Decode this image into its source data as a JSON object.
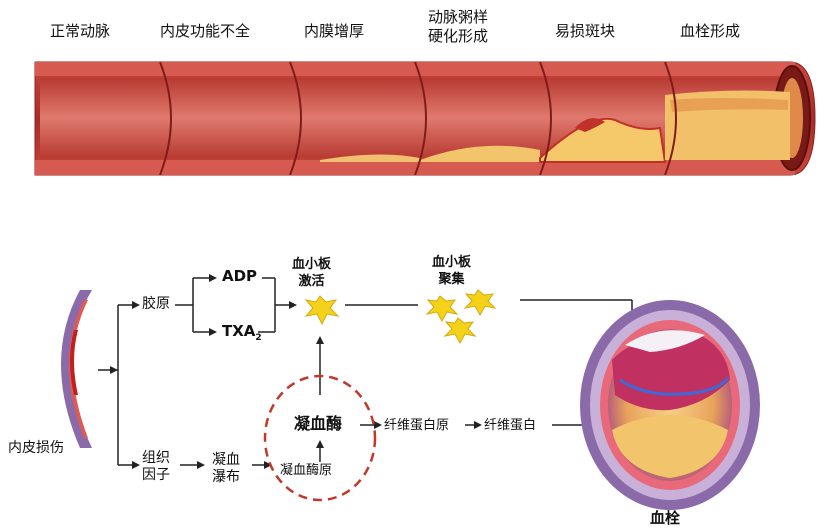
{
  "stages": [
    "正常动脉",
    "内皮功能不全",
    "内膜增厚",
    "动脉粥样\n硬化形成",
    "易损斑块",
    "血栓形成"
  ],
  "flow": {
    "endothelial_injury": "内皮损伤",
    "collagen": "胶原",
    "tissue_factor": "组织\n因子",
    "adp": "ADP",
    "txa2_main": "TXA",
    "txa2_sub": "2",
    "platelet_activation": "血小板\n激活",
    "platelet_aggregation": "血小板\n聚集",
    "coagulation_cascade": "凝血\n瀑布",
    "thrombin": "凝血酶",
    "prothrombin": "凝血酶原",
    "fibrinogen": "纤维蛋白原",
    "fibrin": "纤维蛋白",
    "thrombus": "血栓"
  },
  "colors": {
    "vessel_wall": "#b0302a",
    "vessel_inner": "#d9534a",
    "plaque": "#f2c46b",
    "platelet": "#f5d21a",
    "dashed_circle": "#c0392b",
    "vessel_outer": "#8a6aa8"
  }
}
